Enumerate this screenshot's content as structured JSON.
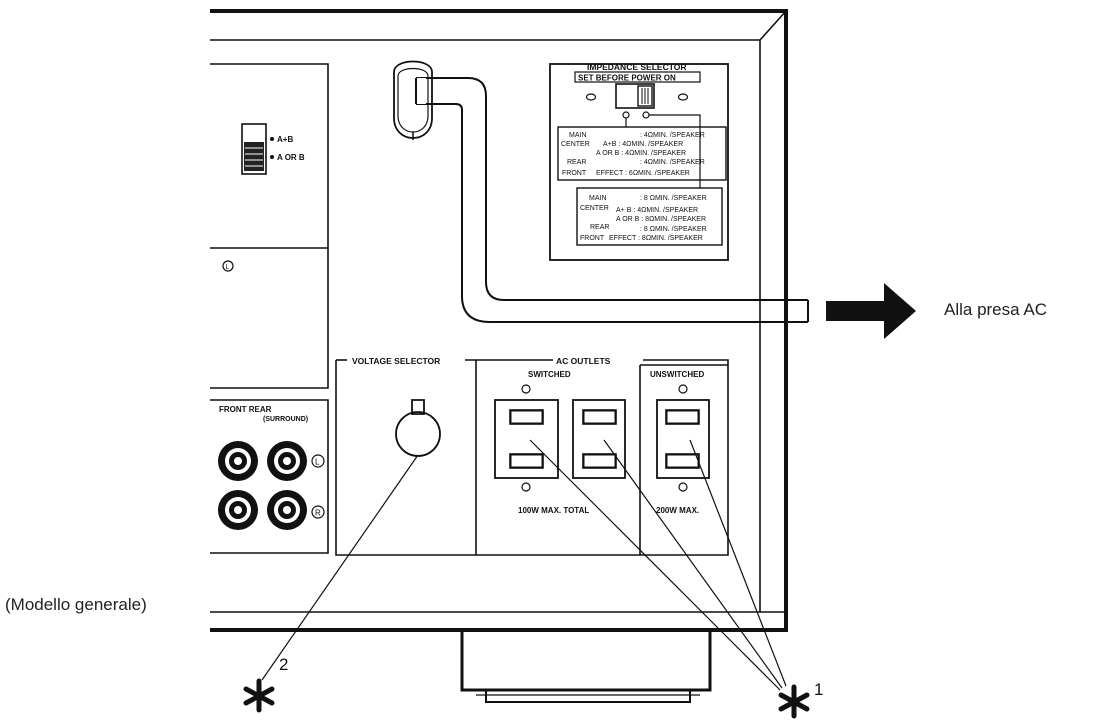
{
  "labels": {
    "to_ac_outlet": "Alla presa AC",
    "model_note": "(Modello generale)"
  },
  "speaker_switch": {
    "option_ab": "A+B",
    "option_a_or_b": "A OR B"
  },
  "channel_marks": {
    "left": "L",
    "right": "R"
  },
  "front_rear": {
    "title": "FRONT REAR",
    "subtitle": "(SURROUND)"
  },
  "impedance_selector": {
    "title": "IMPEDANCE SELECTOR",
    "subtitle": "SET BEFORE POWER ON",
    "box_upper": [
      {
        "left": "MAIN",
        "right": ": 4ΩMIN. /SPEAKER"
      },
      {
        "left": "CENTER",
        "right": "A+B : 4ΩMIN. /SPEAKER"
      },
      {
        "left": "",
        "right": "A OR B : 4ΩMIN. /SPEAKER"
      },
      {
        "left": "REAR",
        "right": ": 4ΩMIN. /SPEAKER"
      },
      {
        "left": "FRONT",
        "right": "EFFECT : 6ΩMIN. /SPEAKER"
      }
    ],
    "box_lower": [
      {
        "left": "MAIN",
        "right": ": 8 ΩMIN. /SPEAKER"
      },
      {
        "left": "CENTER",
        "right": "A+ B : 4ΩMIN. /SPEAKER"
      },
      {
        "left": "",
        "right": "A OR B : 8ΩMIN. /SPEAKER"
      },
      {
        "left": "REAR",
        "right": ": 8 ΩMIN. /SPEAKER"
      },
      {
        "left": "FRONT",
        "right": "EFFECT : 8ΩMIN. /SPEAKER"
      }
    ]
  },
  "voltage_selector": {
    "title": "VOLTAGE SELECTOR"
  },
  "ac_outlets": {
    "title": "AC OUTLETS",
    "switched": "SWITCHED",
    "unswitched": "UNSWITCHED",
    "switched_max": "100W MAX. TOTAL",
    "unswitched_max": "200W MAX."
  },
  "callouts": {
    "one": "1",
    "two": "2"
  },
  "colors": {
    "line": "#111111",
    "background": "#ffffff"
  }
}
